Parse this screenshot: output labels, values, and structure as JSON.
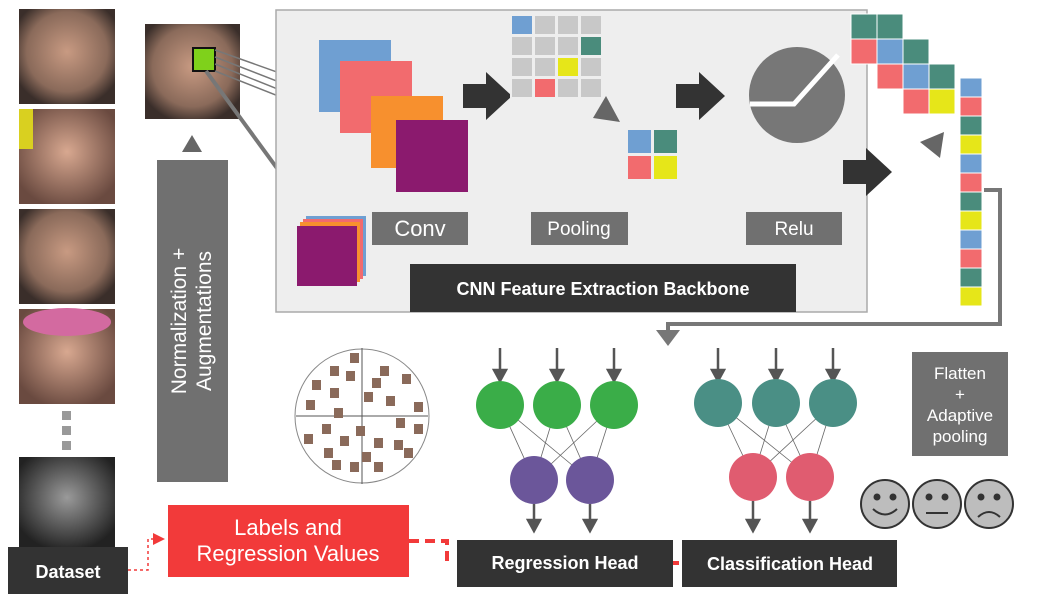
{
  "dataset_label": "Dataset",
  "norm_label": [
    "Normalization +",
    "Augmentations"
  ],
  "conv_label": "Conv",
  "pooling_label": "Pooling",
  "relu_label": "Relu",
  "backbone_label": "CNN Feature Extraction Backbone",
  "flatten_label": [
    "Flatten",
    "+",
    "Adaptive",
    "pooling"
  ],
  "labels_box": [
    "Labels and",
    "Regression Values"
  ],
  "regression_label": "Regression Head",
  "classification_label": "Classification Head",
  "colors": {
    "blue": "#6f9fd2",
    "salmon": "#f26b6e",
    "orange": "#f7902e",
    "purple": "#8b1a6e",
    "teal": "#4a8c7c",
    "yellow": "#e6e619",
    "grid_gray": "#c8c8c8",
    "green_node": "#3aad48",
    "violet_node": "#6b569a",
    "teal_node": "#4a8f85",
    "pink_node": "#e05c70",
    "label_red": "#f23a3a",
    "dark_box": "#333333",
    "gray_box": "#707070"
  }
}
